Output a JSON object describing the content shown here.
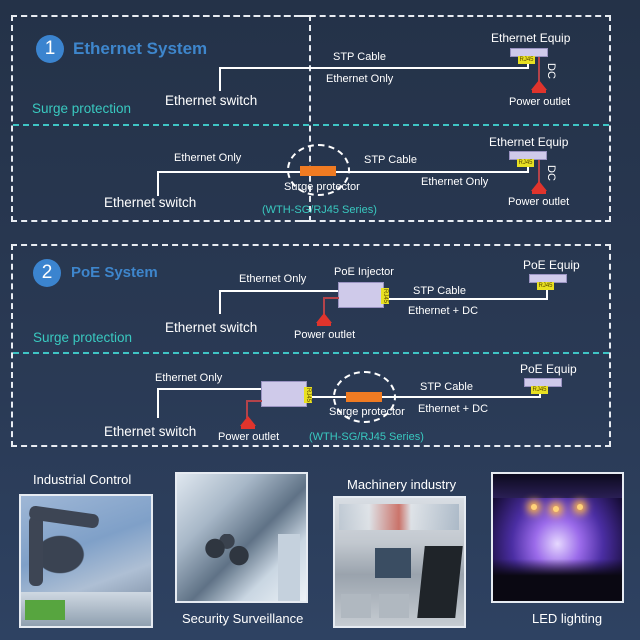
{
  "section1": {
    "number": "1",
    "title": "Ethernet System",
    "label": "Surge protection",
    "row1": {
      "switch": "Ethernet switch",
      "cable_top": "STP Cable",
      "cable_bottom": "Ethernet Only",
      "equip": "Ethernet Equip",
      "rj45": "RJ45",
      "dc": "DC",
      "outlet": "Power outlet"
    },
    "row2": {
      "switch": "Ethernet switch",
      "cable_left": "Ethernet Only",
      "protector": "Surge protector",
      "series": "(WTH-SG/RJ45 Series)",
      "cable_top": "STP Cable",
      "cable_bottom": "Ethernet Only",
      "equip": "Ethernet Equip",
      "rj45": "RJ45",
      "dc": "DC",
      "outlet": "Power outlet"
    }
  },
  "section2": {
    "number": "2",
    "title": "PoE System",
    "label": "Surge protection",
    "row1": {
      "switch": "Ethernet switch",
      "cable_left": "Ethernet Only",
      "injector": "PoE Injector",
      "injector_rj45": "RJ45",
      "outlet": "Power outlet",
      "cable_top": "STP Cable",
      "cable_bottom": "Ethernet + DC",
      "equip": "PoE Equip",
      "rj45": "RJ45"
    },
    "row2": {
      "switch": "Ethernet switch",
      "cable_left": "Ethernet Only",
      "injector_rj45": "RJ45",
      "outlet": "Power outlet",
      "protector": "Surge protector",
      "series": "(WTH-SG/RJ45 Series)",
      "cable_top": "STP Cable",
      "cable_bottom": "Ethernet + DC",
      "equip": "PoE Equip",
      "rj45": "RJ45"
    }
  },
  "applications": [
    {
      "label": "Industrial Control"
    },
    {
      "label": "Security Surveillance"
    },
    {
      "label": "Machinery industry"
    },
    {
      "label": "LED lighting"
    }
  ]
}
